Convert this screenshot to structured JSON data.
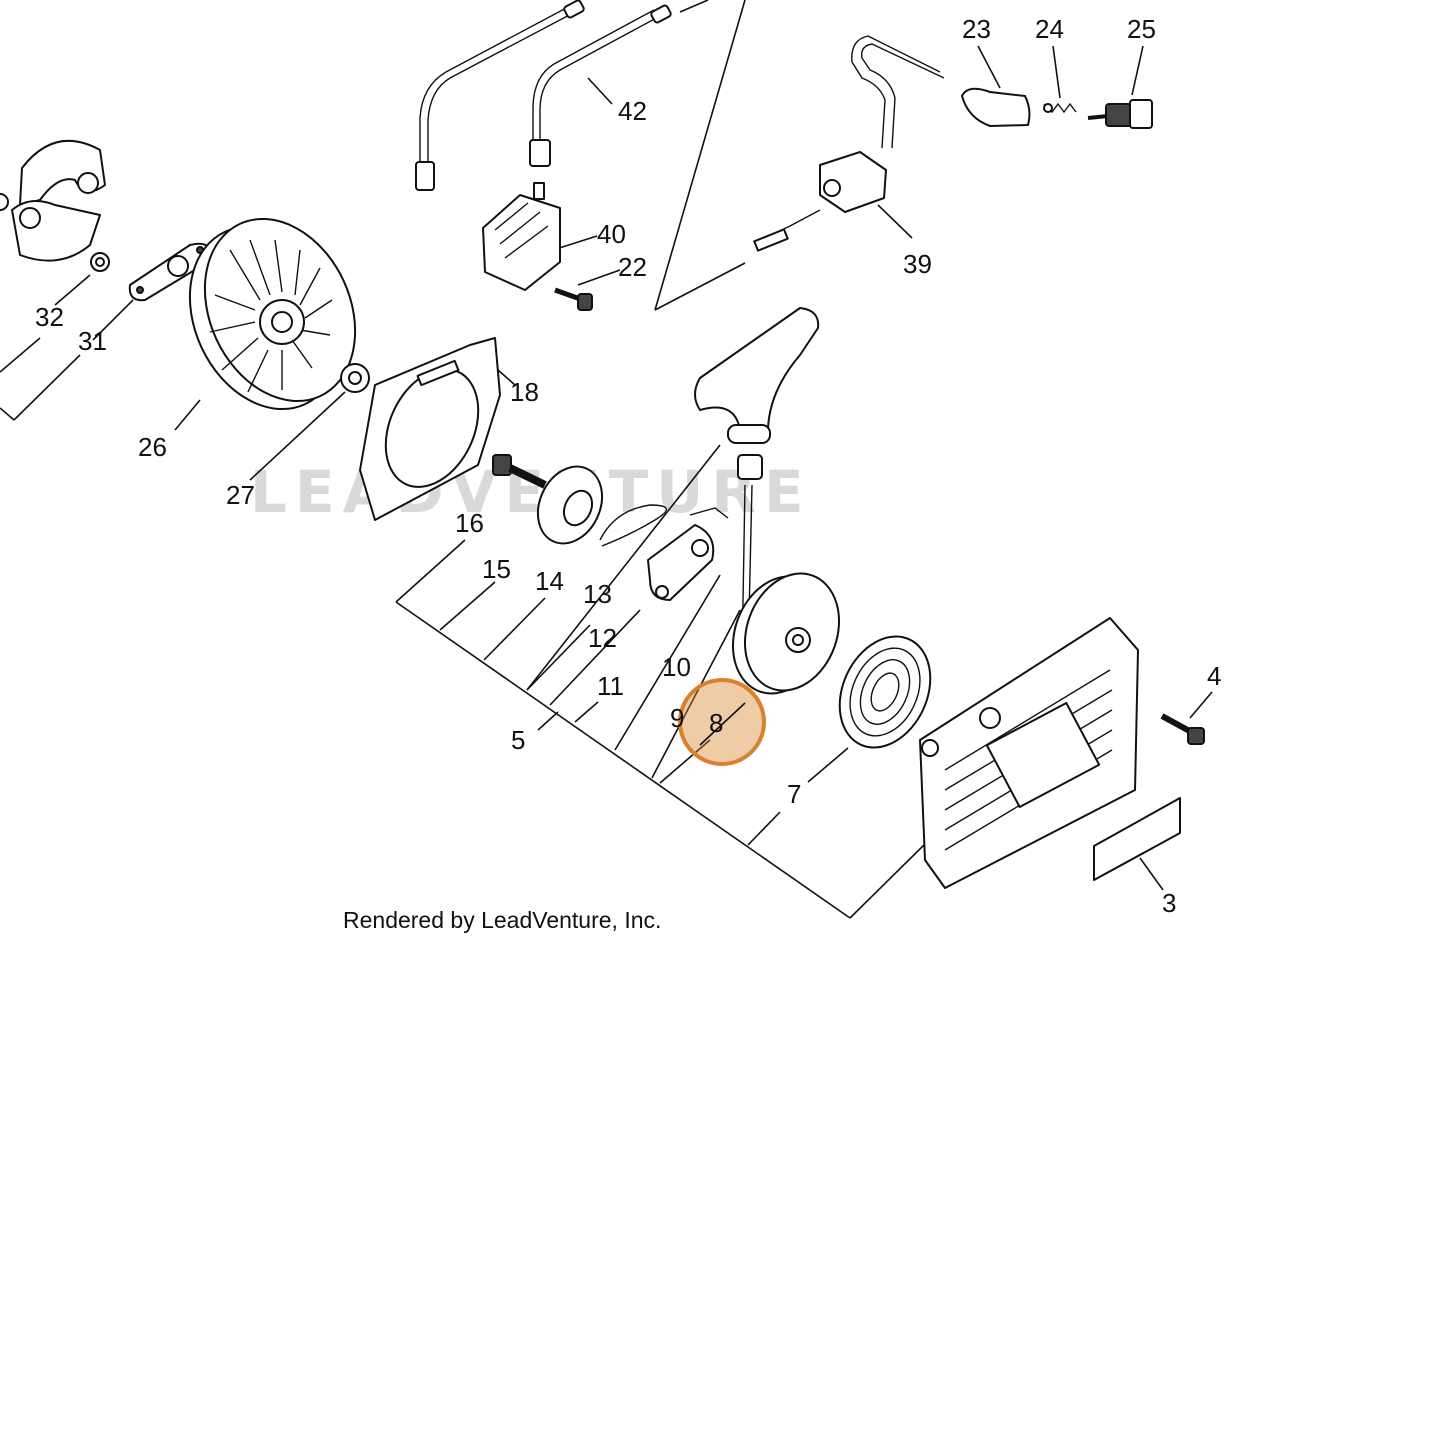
{
  "diagram": {
    "credit": "Rendered by LeadVenture, Inc.",
    "watermark": "LEADVENTURE",
    "highlight": {
      "label": "8",
      "color": "#D9822B"
    },
    "labels": {
      "l3": "3",
      "l4": "4",
      "l5": "5",
      "l7": "7",
      "l8": "8",
      "l9": "9",
      "l10": "10",
      "l11": "11",
      "l12": "12",
      "l13": "13",
      "l14": "14",
      "l15": "15",
      "l16": "16",
      "l18": "18",
      "l22": "22",
      "l23": "23",
      "l24": "24",
      "l25": "25",
      "l26": "26",
      "l27": "27",
      "l31": "31",
      "l32": "32",
      "l39": "39",
      "l40": "40",
      "l42": "42"
    }
  }
}
